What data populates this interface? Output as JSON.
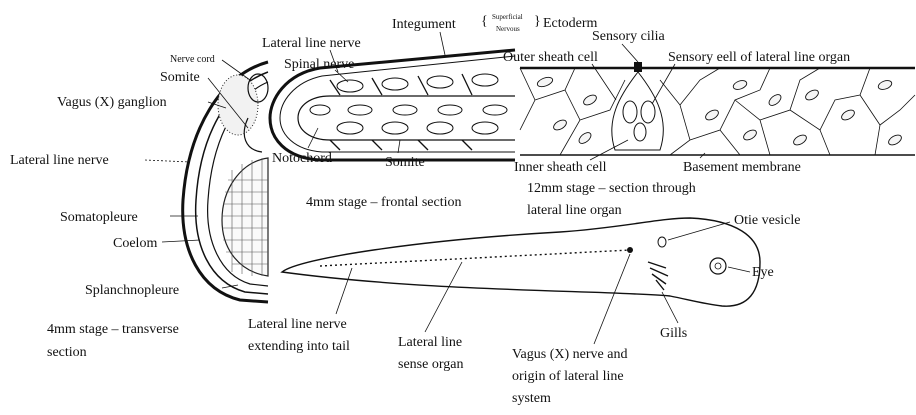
{
  "labels": {
    "nerve_cord": "Nerve cord",
    "somite_left": "Somite",
    "vagus_ganglion": "Vagus (X) ganglion",
    "lateral_line_nerve_left": "Lateral line nerve",
    "somatopleure": "Somatopleure",
    "coelom": "Coelom",
    "splanchnopleure": "Splanchnopleure",
    "lateral_line_nerve_top": "Lateral line nerve",
    "spinal_nerve": "Spinal nerve",
    "integument": "Integument",
    "superficial": "Superficial",
    "nervous": "Nervous",
    "ectoderm": "Ectoderm",
    "notochord": "Notochord",
    "somite_mid": "Somite",
    "sensory_cilia": "Sensory cilia",
    "outer_sheath_cell": "Outer sheath cell",
    "sensory_cell": "Sensory eell of lateral line organ",
    "inner_sheath_cell": "Inner sheath cell",
    "basement_membrane": "Basement membrane",
    "otic_vesicle": "Otie vesicle",
    "eye": "Eye",
    "gills": "Gills",
    "lateral_line_nerve_tail_1": "Lateral line nerve",
    "lateral_line_nerve_tail_2": "extending into tail",
    "lateral_line_sense_1": "Lateral line",
    "lateral_line_sense_2": "sense organ",
    "vagus_nerve_1": "Vagus (X) nerve and",
    "vagus_nerve_2": "origin of lateral line",
    "vagus_nerve_3": "system"
  },
  "captions": {
    "transverse_1": "4mm stage – transverse",
    "transverse_2": "section",
    "frontal": "4mm stage – frontal section",
    "section_12_1": "12mm stage – section through",
    "section_12_2": "lateral line organ"
  }
}
